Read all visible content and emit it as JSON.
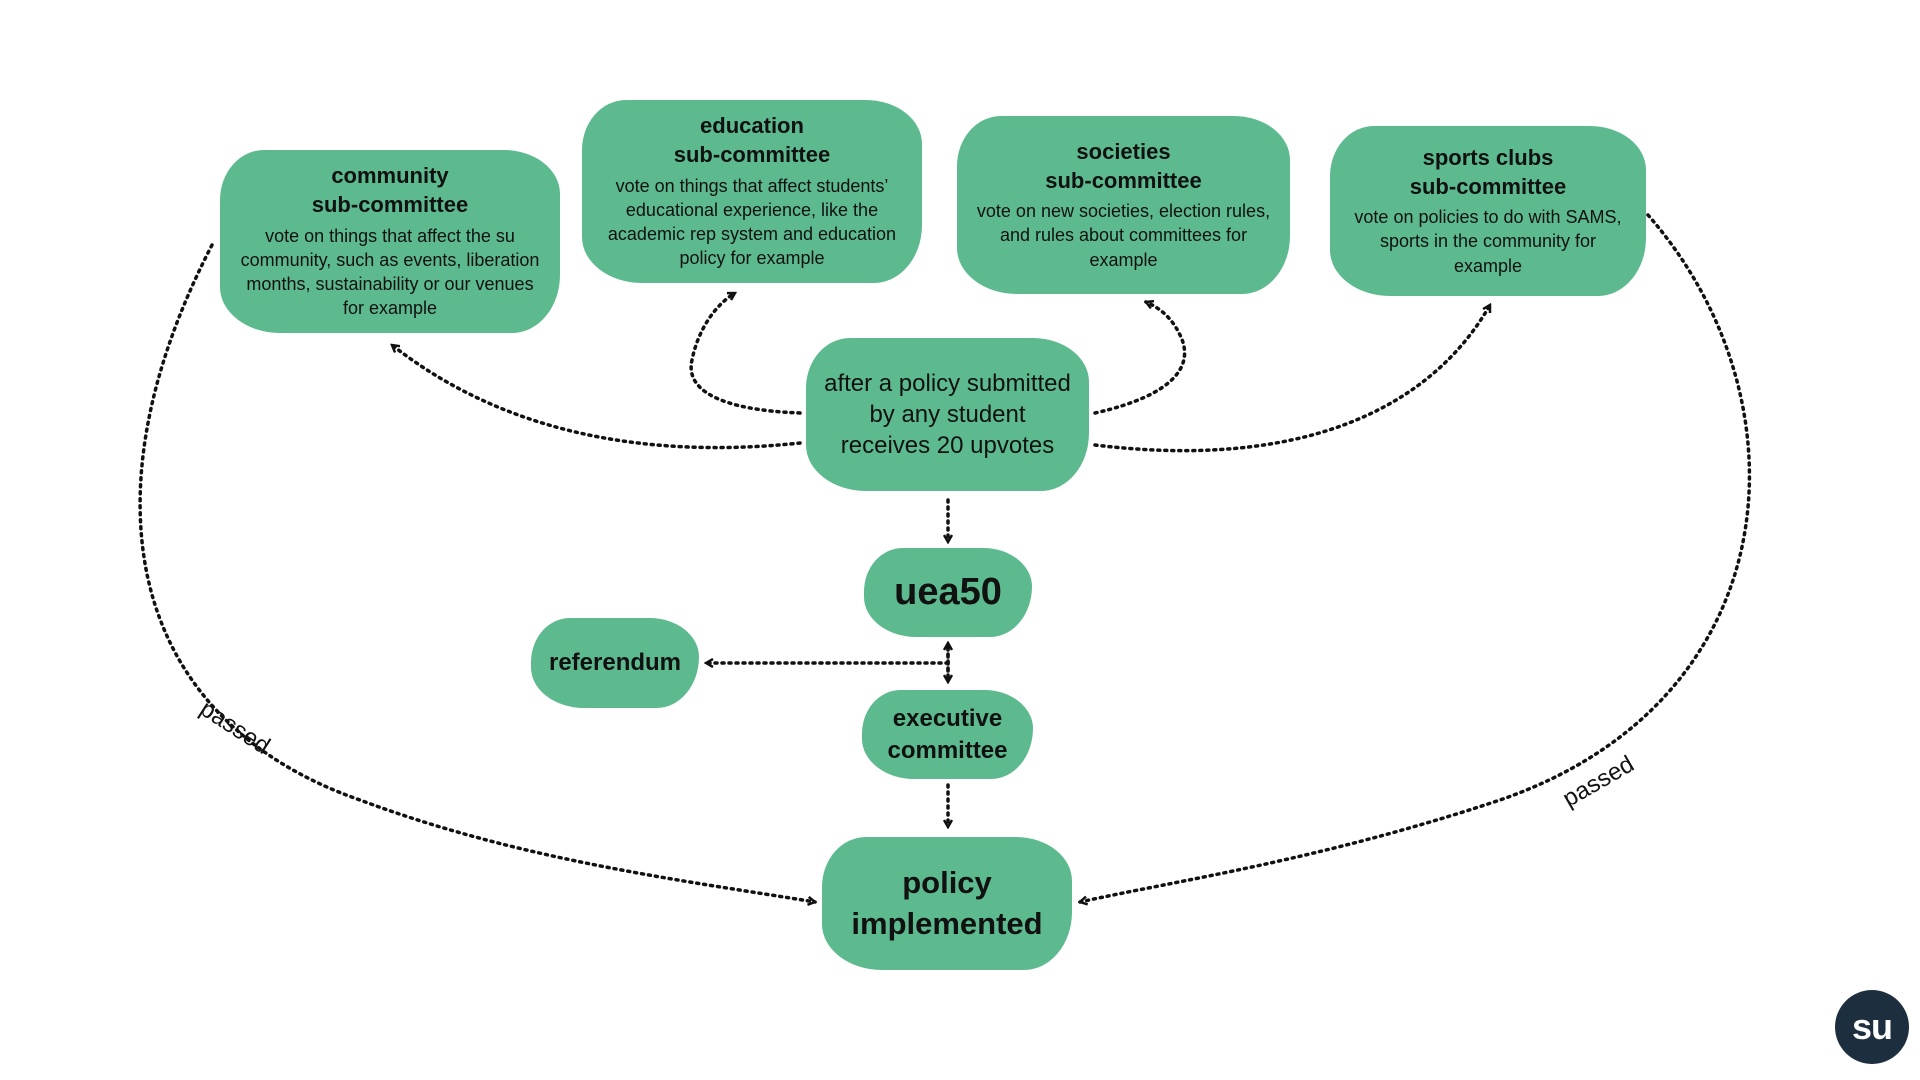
{
  "colors": {
    "node_fill": "#5dba8f",
    "connector": "#111111",
    "logo_bg": "#1d2f3e",
    "logo_text": "#ffffff"
  },
  "nodes": {
    "community": {
      "title": "community\nsub-committee",
      "desc": "vote on things that affect the su community, such as events, liberation months, sustainability or our venues for example"
    },
    "education": {
      "title": "education\nsub-committee",
      "desc": "vote on things that affect students’ educational experience, like the academic rep system and education policy for example"
    },
    "societies": {
      "title": "societies\nsub-committee",
      "desc": "vote on new societies, election rules, and rules about committees for example"
    },
    "sports": {
      "title": "sports clubs\nsub-committee",
      "desc": "vote on policies to do with SAMS, sports in the community for example"
    },
    "trigger": {
      "desc": "after a policy submitted by any student receives 20 upvotes"
    },
    "uea50": {
      "title": "uea50"
    },
    "referendum": {
      "title": "referendum"
    },
    "executive": {
      "title": "executive\ncommittee"
    },
    "implemented": {
      "title": "policy\nimplemented"
    }
  },
  "edge_labels": {
    "left": "passed",
    "right": "passed"
  },
  "logo": {
    "text": "su"
  }
}
